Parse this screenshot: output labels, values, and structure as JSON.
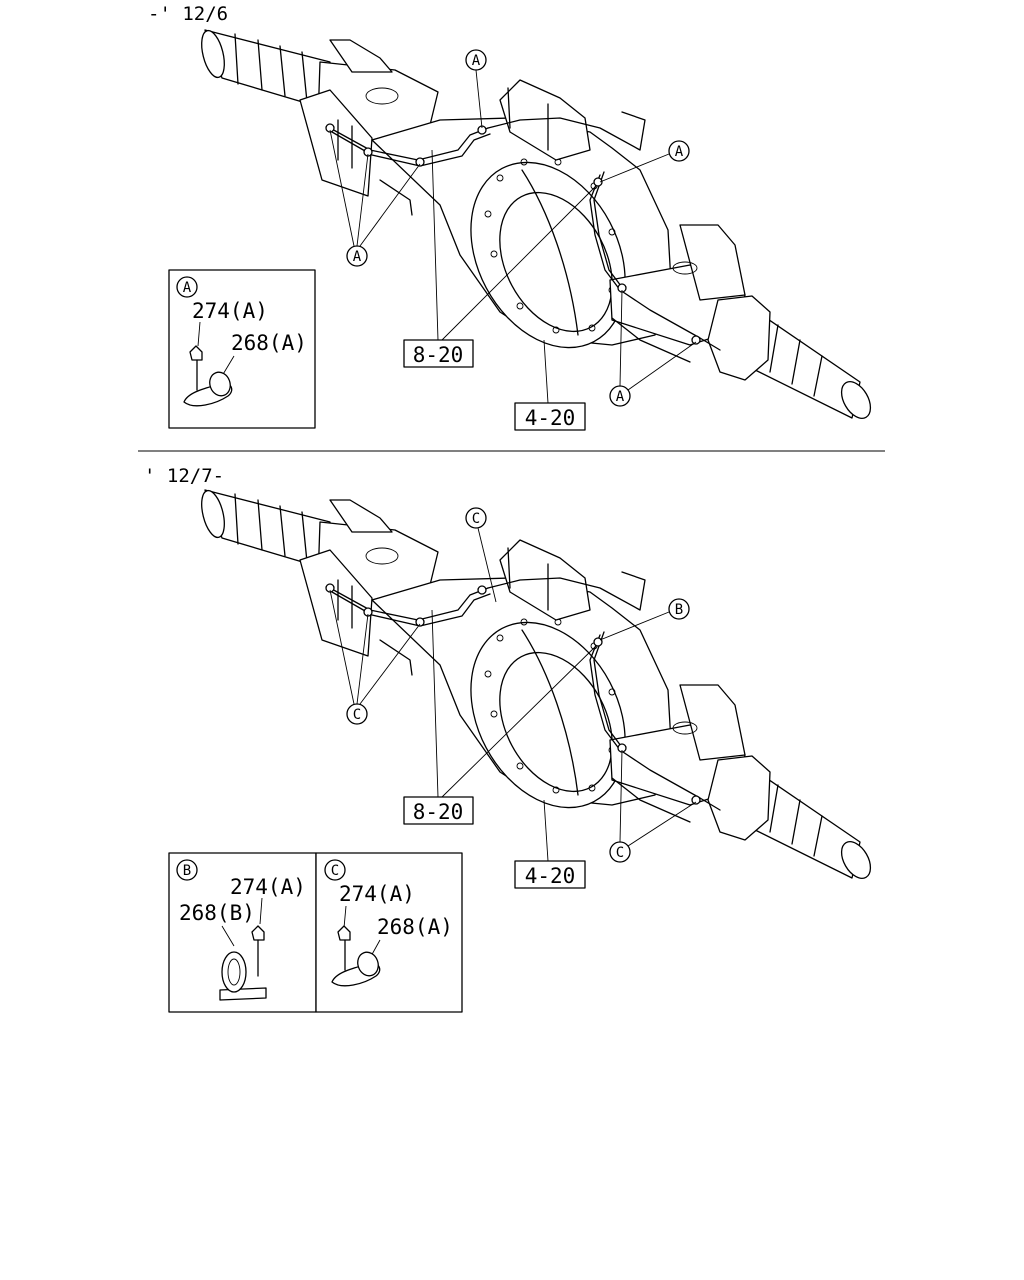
{
  "sections": [
    {
      "id": "top",
      "date_range": "-' 12/6",
      "callout_letter": "A",
      "refs": [
        "8-20",
        "4-20"
      ],
      "detail_boxes": [
        {
          "letter": "A",
          "bolt_label": "274(A)",
          "clamp_label": "268(A)"
        }
      ]
    },
    {
      "id": "bottom",
      "date_range": "' 12/7-",
      "callouts": {
        "left": "C",
        "right": "B",
        "upper": "C",
        "lower": "C"
      },
      "refs": [
        "8-20",
        "4-20"
      ],
      "detail_boxes": [
        {
          "letter": "B",
          "bolt_label": "274(A)",
          "clamp_label": "268(B)"
        },
        {
          "letter": "C",
          "bolt_label": "274(A)",
          "clamp_label": "268(A)"
        }
      ]
    }
  ]
}
